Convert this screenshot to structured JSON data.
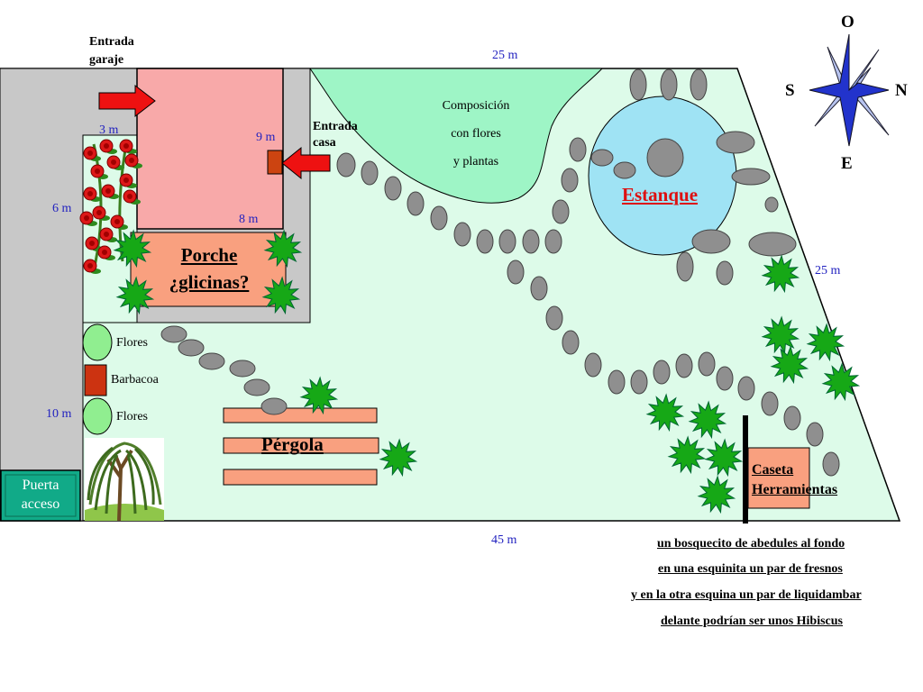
{
  "labels": {
    "entrada_garaje": [
      "Entrada",
      "garaje"
    ],
    "entrada_casa": [
      "Entrada",
      "casa"
    ],
    "porche": [
      "Porche",
      "¿glicinas?"
    ],
    "pergola": "Pérgola",
    "estanque": "Estanque",
    "composicion": [
      "Composición",
      "con flores",
      "y plantas"
    ],
    "flores_1": "Flores",
    "flores_2": "Flores",
    "barbacoa": "Barbacoa",
    "puerta": [
      "Puerta",
      "acceso"
    ],
    "caseta": [
      "Caseta",
      "Herramientas"
    ]
  },
  "dimensions": {
    "top": "25 m",
    "right": "25 m",
    "bottom": "45 m",
    "house_width": "3 m",
    "house_right": "9 m",
    "house_left": "6 m",
    "porch_top": "8 m",
    "lower_left": "10 m"
  },
  "compass": {
    "top": "O",
    "bottom": "E",
    "left": "S",
    "right": "N"
  },
  "notes": [
    "un bosquecito de abedules al fondo",
    "en una esquinita un par de fresnos",
    "y en la otra esquina un par de liquidambar",
    "delante podrían ser unos Hibiscus"
  ],
  "colors": {
    "lawn": "#ddfbe9",
    "path_grey": "#c8c8c8",
    "house": "#f8a9a9",
    "porch": "#f9a07f",
    "pond": "#9fe3f4",
    "composition": "#9ef5c6",
    "stone": "#8f8f8f",
    "shrub": "#16a816",
    "arrow": "#ee1111",
    "door": "#cc4411",
    "gate": "#11aa88",
    "compass": "#2233cc"
  }
}
